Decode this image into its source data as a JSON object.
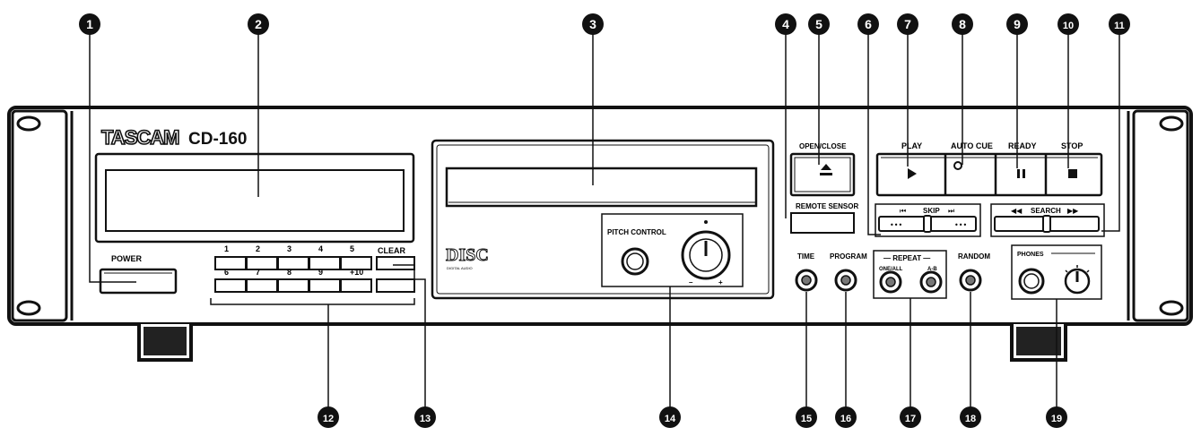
{
  "brand": "TASCAM",
  "model": "CD-160",
  "labels": {
    "power": "POWER",
    "clear": "CLEAR",
    "open_close": "OPEN/CLOSE",
    "remote_sensor": "REMOTE SENSOR",
    "play": "PLAY",
    "auto_cue": "AUTO CUE",
    "ready": "READY",
    "stop": "STOP",
    "skip": "SKIP",
    "search": "SEARCH",
    "pitch_control": "PITCH CONTROL",
    "time": "TIME",
    "program": "PROGRAM",
    "repeat": "— REPEAT —",
    "one_all": "ONE/ALL",
    "a_b": "A-B",
    "random": "RANDOM",
    "phones": "PHONES",
    "cd_logo": "DISC",
    "cd_logo_sub": "DIGITAL AUDIO",
    "pitch_minus": "–",
    "pitch_plus": "+"
  },
  "keypad": [
    "1",
    "2",
    "3",
    "4",
    "5",
    "6",
    "7",
    "8",
    "9",
    "+10"
  ],
  "skip_dots": "•••",
  "callouts": [
    "1",
    "2",
    "3",
    "4",
    "5",
    "6",
    "7",
    "8",
    "9",
    "10",
    "11",
    "12",
    "13",
    "14",
    "15",
    "16",
    "17",
    "18",
    "19"
  ]
}
